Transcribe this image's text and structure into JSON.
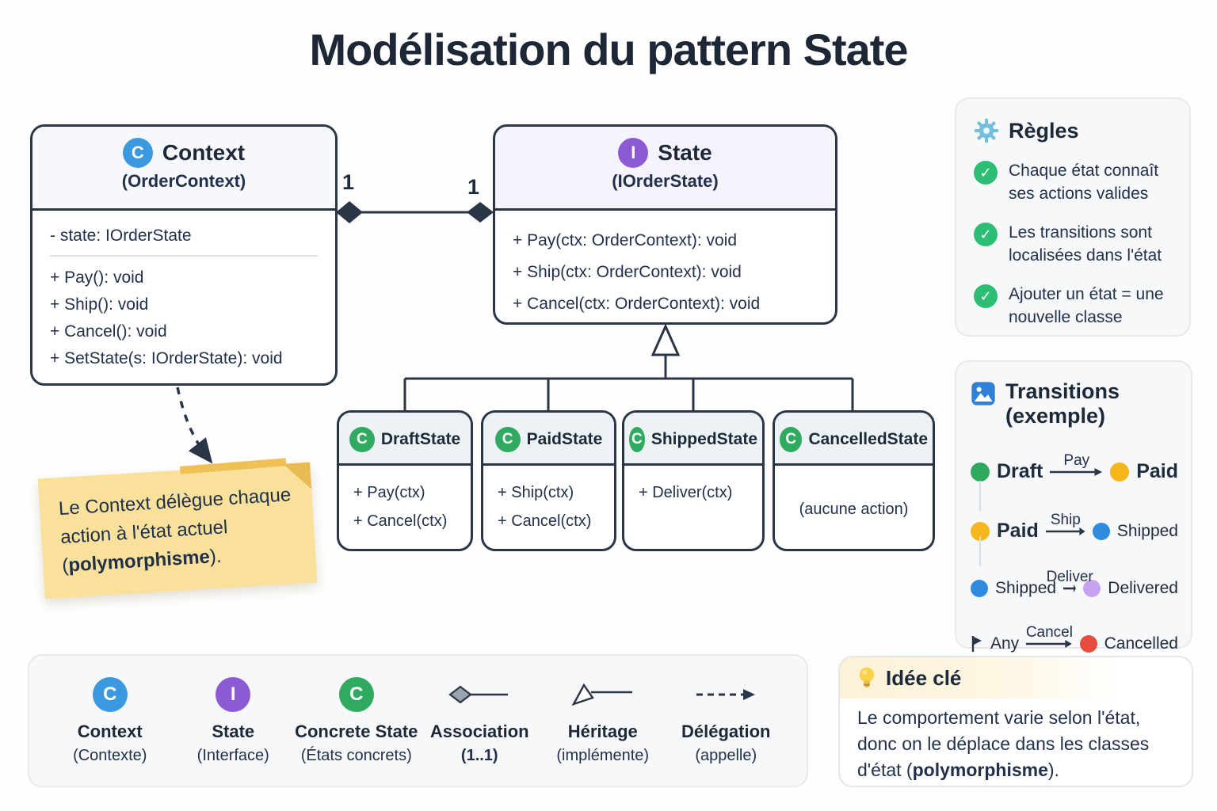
{
  "title": "Modélisation du pattern State",
  "diagram": {
    "context_class": {
      "badge": "C",
      "badge_color": "#3b99e0",
      "name": "Context",
      "subtitle": "(OrderContext)",
      "attribute": "- state: IOrderState",
      "methods": [
        "+ Pay(): void",
        "+ Ship(): void",
        "+ Cancel(): void",
        "+ SetState(s: IOrderState): void"
      ]
    },
    "association": {
      "left_multiplicity": "1",
      "right_multiplicity": "1"
    },
    "state_interface": {
      "badge": "I",
      "badge_color": "#8d5ad6",
      "name": "State",
      "subtitle": "(IOrderState)",
      "methods": [
        "+ Pay(ctx: OrderContext): void",
        "+ Ship(ctx: OrderContext): void",
        "+ Cancel(ctx: OrderContext): void"
      ]
    },
    "concrete_states": [
      {
        "badge": "C",
        "badge_color": "#2faa60",
        "name": "DraftState",
        "methods": [
          "+ Pay(ctx)",
          "+ Cancel(ctx)"
        ]
      },
      {
        "badge": "C",
        "badge_color": "#2faa60",
        "name": "PaidState",
        "methods": [
          "+ Ship(ctx)",
          "+ Cancel(ctx)"
        ]
      },
      {
        "badge": "C",
        "badge_color": "#2faa60",
        "name": "ShippedState",
        "methods": [
          "+ Deliver(ctx)"
        ]
      },
      {
        "badge": "C",
        "badge_color": "#2faa60",
        "name": "CancelledState",
        "note": "(aucune action)"
      }
    ],
    "sticky_note": {
      "text_before": "Le Context délègue chaque action à l'état actuel (",
      "text_bold": "polymorphisme",
      "text_after": ")."
    }
  },
  "rules_panel": {
    "title": "Règles",
    "items": [
      "Chaque état connaît ses actions valides",
      "Les transitions sont localisées dans l'état",
      "Ajouter un état = une nouvelle classe"
    ]
  },
  "transitions_panel": {
    "title": "Transitions",
    "subtitle": "(exemple)",
    "rows": [
      {
        "from": "Draft",
        "from_color": "#2fa95e",
        "action": "Pay",
        "to": "Paid",
        "to_color": "#f5b71b"
      },
      {
        "from": "Paid",
        "from_color": "#f5b71b",
        "action": "Ship",
        "to": "Shipped",
        "to_color": "#2e8be0"
      },
      {
        "from": "Shipped",
        "from_color": "#2e8be0",
        "action": "Deliver",
        "to": "Delivered",
        "to_color": "#c5a3f0"
      },
      {
        "from": "Any",
        "action": "Cancel",
        "to": "Cancelled",
        "to_color": "#e84b3f"
      }
    ]
  },
  "legend": {
    "items": [
      {
        "badge": "C",
        "color": "#3b99e0",
        "label": "Context",
        "sublabel": "(Contexte)"
      },
      {
        "badge": "I",
        "color": "#8d5ad6",
        "label": "State",
        "sublabel": "(Interface)"
      },
      {
        "badge": "C",
        "color": "#2faa60",
        "label": "Concrete State",
        "sublabel": "(États concrets)"
      },
      {
        "icon": "association-diamond-icon",
        "label": "Association",
        "sublabel": "(1..1)"
      },
      {
        "icon": "inheritance-triangle-icon",
        "label": "Héritage",
        "sublabel": "(implémente)"
      },
      {
        "icon": "delegation-dashed-arrow-icon",
        "label": "Délégation",
        "sublabel": "(appelle)"
      }
    ]
  },
  "key_idea_panel": {
    "title": "Idée clé",
    "text_before": "Le comportement varie selon l'état, donc on le déplace dans les classes d'état (",
    "text_bold": "polymorphisme",
    "text_after": ")."
  }
}
